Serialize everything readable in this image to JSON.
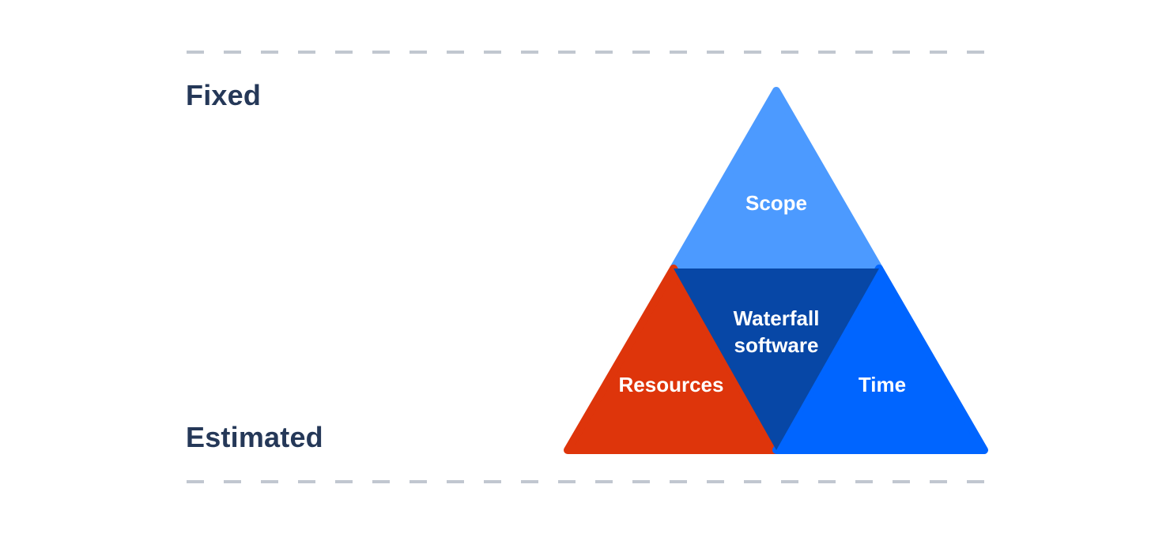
{
  "canvas": {
    "background": "#FFFFFF"
  },
  "bounds_labels": {
    "fixed": "Fixed",
    "estimated": "Estimated",
    "color": "#253858"
  },
  "dashed_lines": {
    "color": "#C1C7D0"
  },
  "diagram": {
    "segments": [
      {
        "id": "scope",
        "label": "Scope",
        "color": "#4C9AFF"
      },
      {
        "id": "resources",
        "label": "Resources",
        "color": "#DE350B"
      },
      {
        "id": "time",
        "label": "Time",
        "color": "#0065FF"
      },
      {
        "id": "waterfall-center",
        "label_line1": "Waterfall",
        "label_line2": "software",
        "color": "#0747A6"
      }
    ],
    "segment_text_color": "#FFFFFF"
  }
}
